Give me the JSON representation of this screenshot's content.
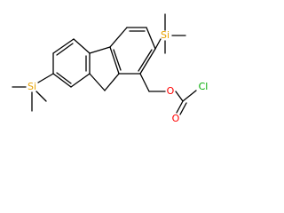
{
  "molecule": {
    "atom_labels": {
      "si_top": "Si",
      "si_left": "Si",
      "oxygen_ether": "O",
      "oxygen_carbonyl": "O",
      "chlorine": "Cl"
    },
    "colors": {
      "bond": "#000000",
      "carbon_label": "#000000",
      "silicon": "#e8a200",
      "oxygen": "#ff0000",
      "chlorine": "#00aa00"
    }
  }
}
